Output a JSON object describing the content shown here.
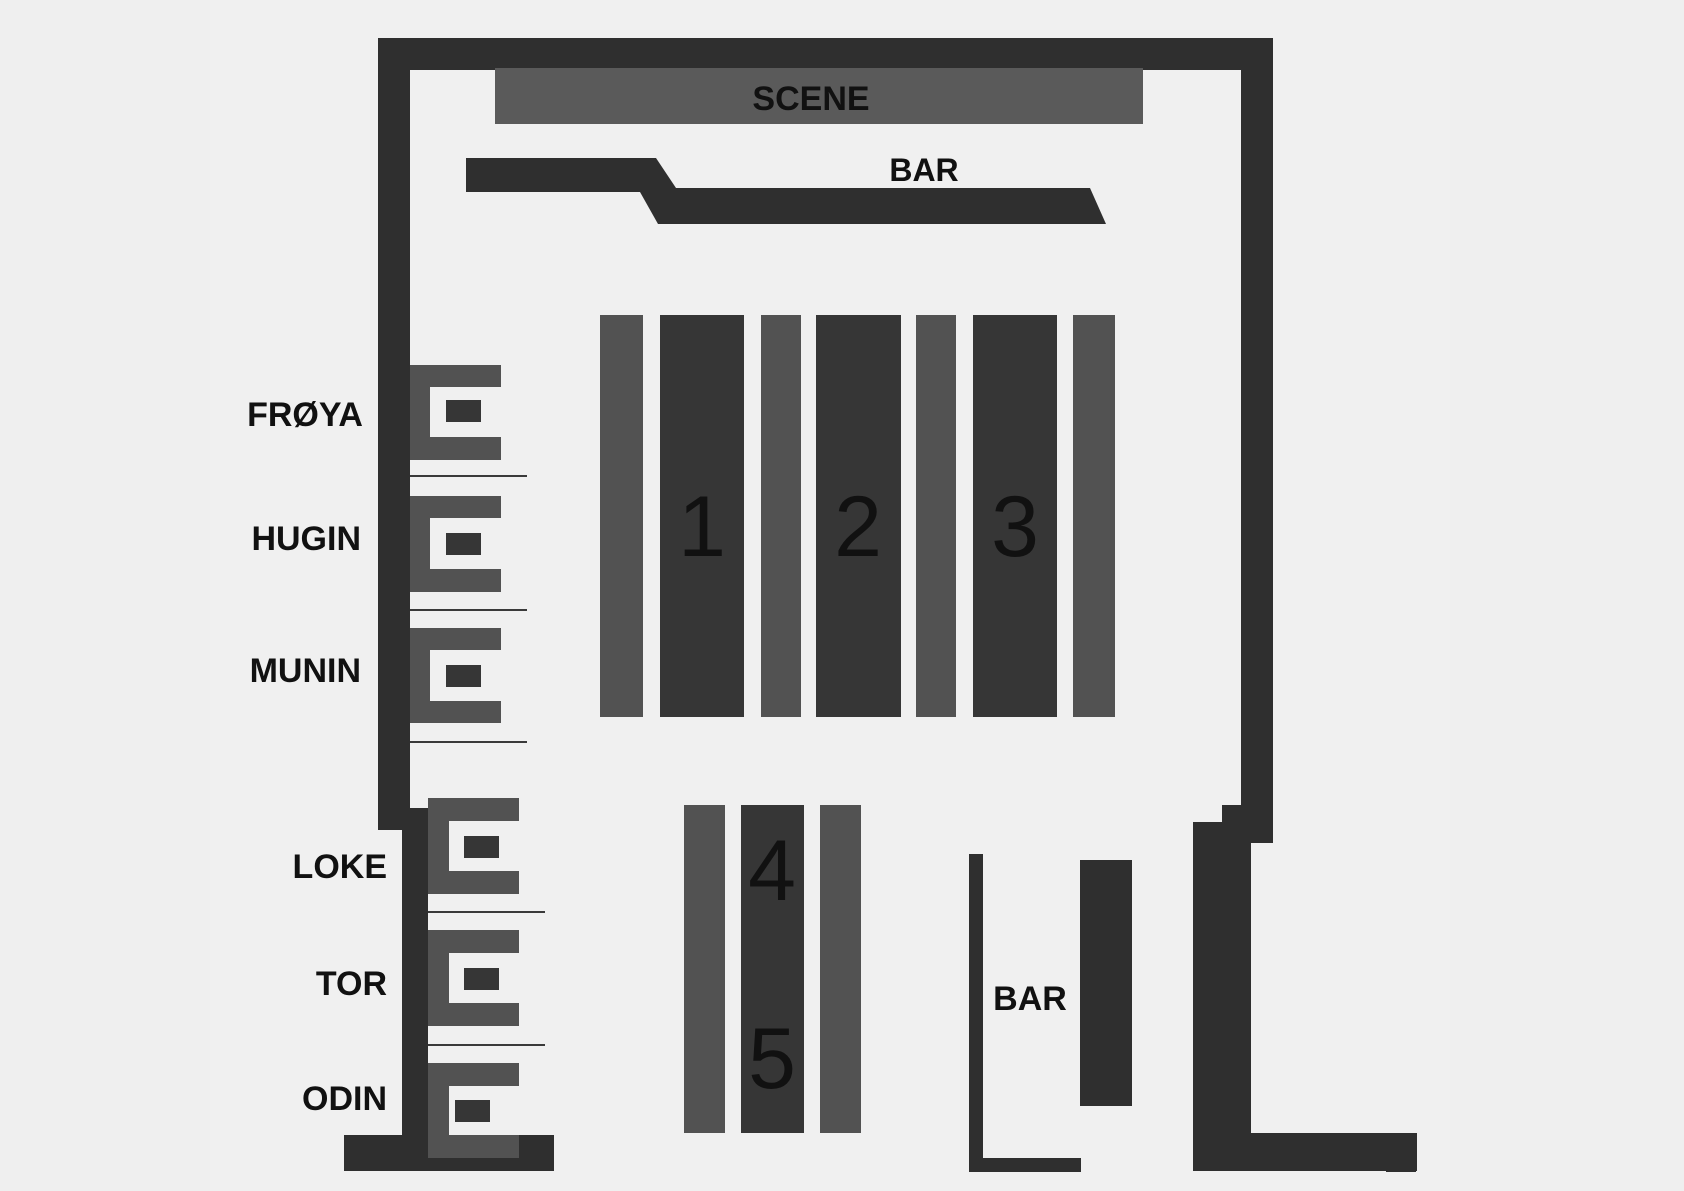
{
  "stage_label": "SCENE",
  "bars": {
    "top_label": "BAR",
    "bottom_label": "BAR"
  },
  "tables": [
    "1",
    "2",
    "3",
    "4",
    "5"
  ],
  "booths": {
    "froya": "FRØYA",
    "hugin": "HUGIN",
    "munin": "MUNIN",
    "loke": "LOKE",
    "tor": "TOR",
    "odin": "ODIN"
  },
  "colors": {
    "background": "#efefef",
    "floor": "#f0f0f0",
    "wall": "#2f2f2f",
    "table": "#363636",
    "bench": "#525252"
  }
}
